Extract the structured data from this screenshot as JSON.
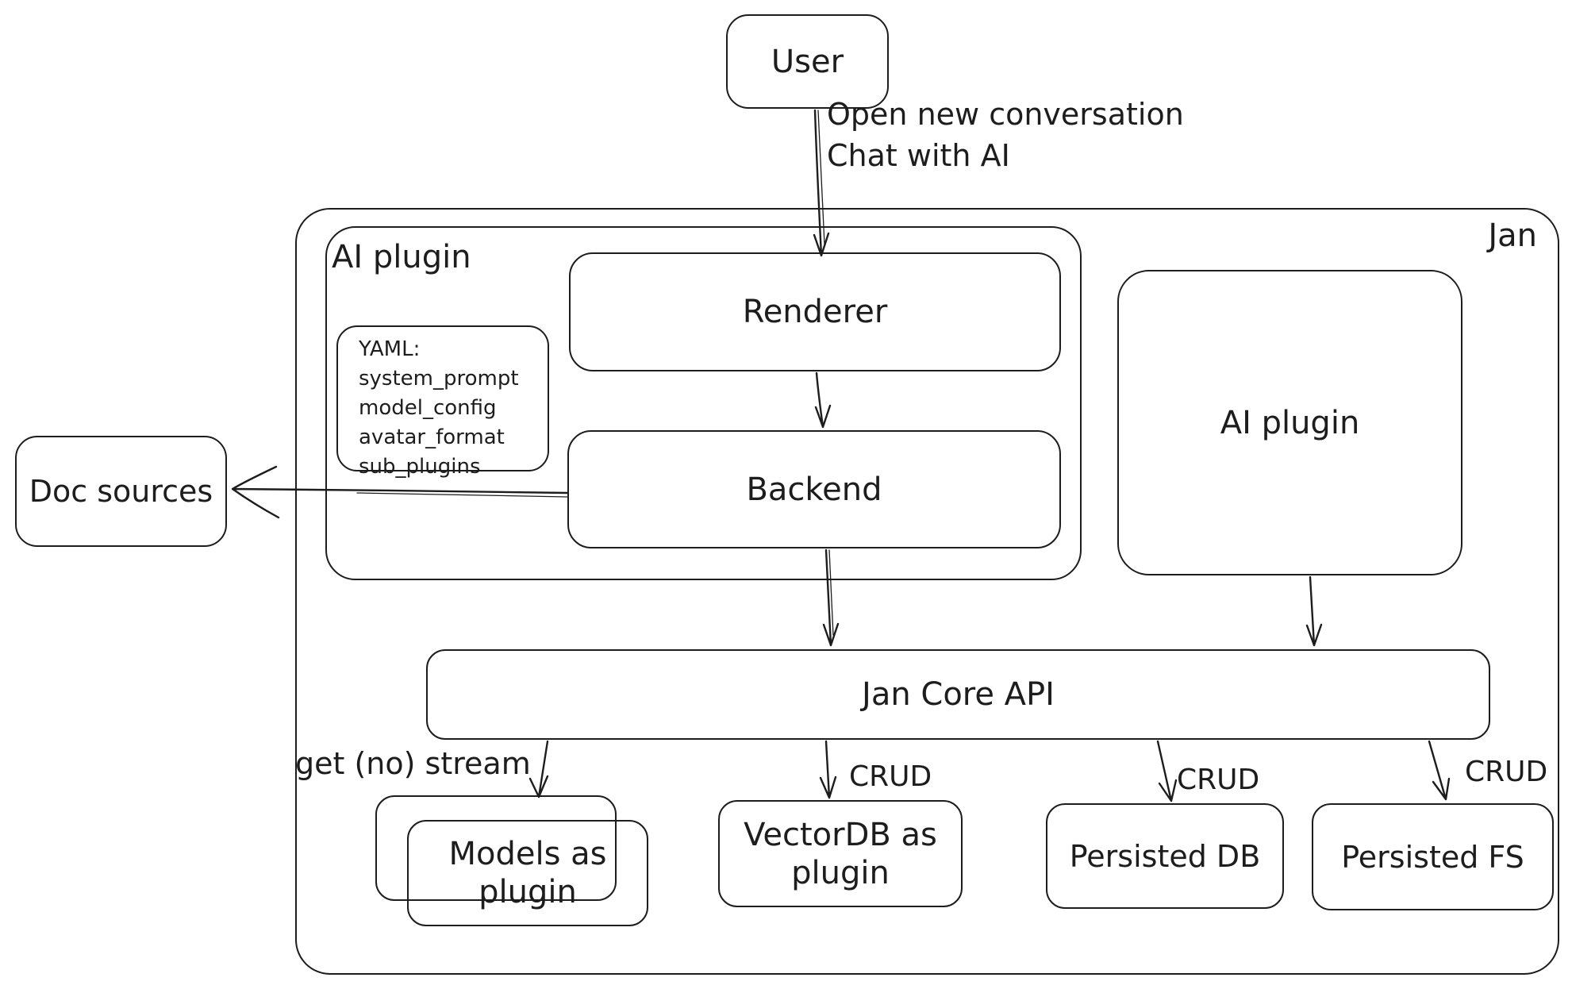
{
  "colors": {
    "stroke": "#1d1d1d",
    "background": "#ffffff"
  },
  "nodes": {
    "user": {
      "label": "User"
    },
    "jan": {
      "label": "Jan"
    },
    "ai_plugin_group": {
      "label": "AI plugin"
    },
    "renderer": {
      "label": "Renderer"
    },
    "yaml_note": {
      "lines": [
        "YAML:",
        "system_prompt",
        "model_config",
        "avatar_format",
        "sub_plugins"
      ]
    },
    "backend": {
      "label": "Backend"
    },
    "ai_plugin": {
      "label": "AI plugin"
    },
    "doc_sources": {
      "label": "Doc sources"
    },
    "jan_core_api": {
      "label": "Jan Core API"
    },
    "models_plugin": {
      "label": "Models as plugin"
    },
    "vectordb_plugin": {
      "label": "VectorDB as plugin"
    },
    "persisted_db": {
      "label": "Persisted DB"
    },
    "persisted_fs": {
      "label": "Persisted FS"
    }
  },
  "edges": {
    "user_to_renderer": {
      "label": [
        "Open new conversation",
        "Chat with AI"
      ]
    },
    "jan_core_to_models": {
      "label": "get (no) stream"
    },
    "jan_core_to_vectordb": {
      "label": "CRUD"
    },
    "jan_core_to_persisted_db": {
      "label": "CRUD"
    },
    "jan_core_to_persisted_fs": {
      "label": "CRUD"
    }
  }
}
